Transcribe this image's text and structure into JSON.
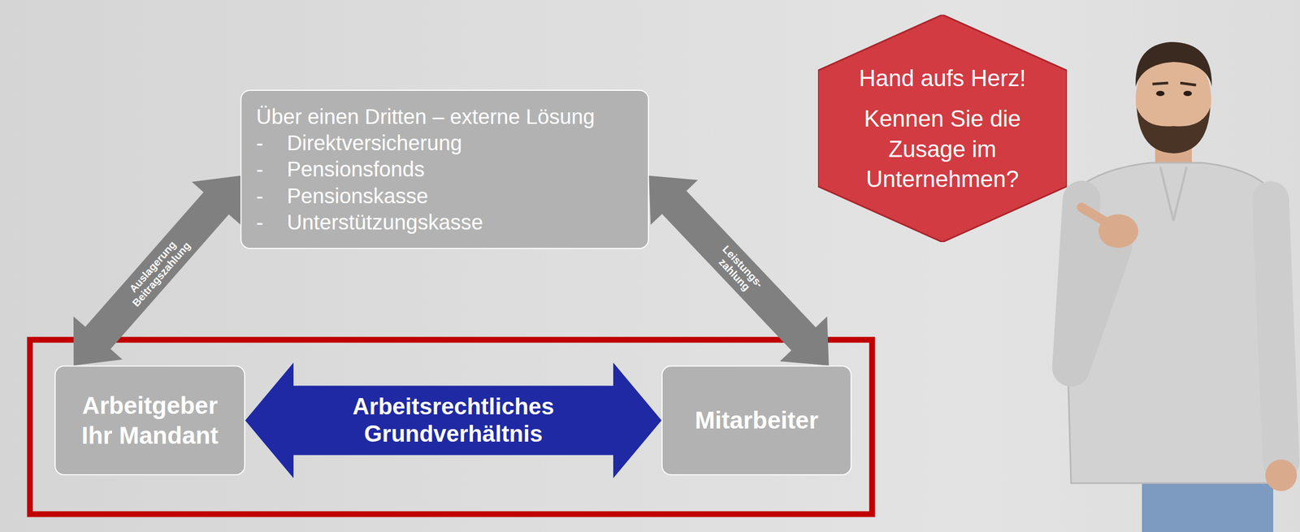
{
  "diagram": {
    "nodes": [
      {
        "text": [
          "Über einen Dritten – externe Lösung",
          "- Direktversicherung",
          "- Pensionsfonds",
          "- Pensionskasse",
          "- Unterstützungskasse"
        ]
      },
      {
        "text": [
          "Hand aufs Herz!",
          "Kennen Sie die Zusage im Unternehmen?"
        ]
      },
      {
        "text": [
          "Arbeitgeber",
          "Ihr Mandant"
        ]
      },
      {
        "text": [
          "Mitarbeiter"
        ]
      }
    ],
    "edges": [
      {
        "from": 2,
        "to": 0,
        "label": "Auslagerung Beitragszahlung",
        "arrow": "both"
      },
      {
        "from": 0,
        "to": 3,
        "label": "Leistungs- zahlung",
        "arrow": "both"
      },
      {
        "from": 2,
        "to": 3,
        "label": "Arbeitsrechtliches Grundverhältnis",
        "arrow": "both"
      }
    ]
  }
}
